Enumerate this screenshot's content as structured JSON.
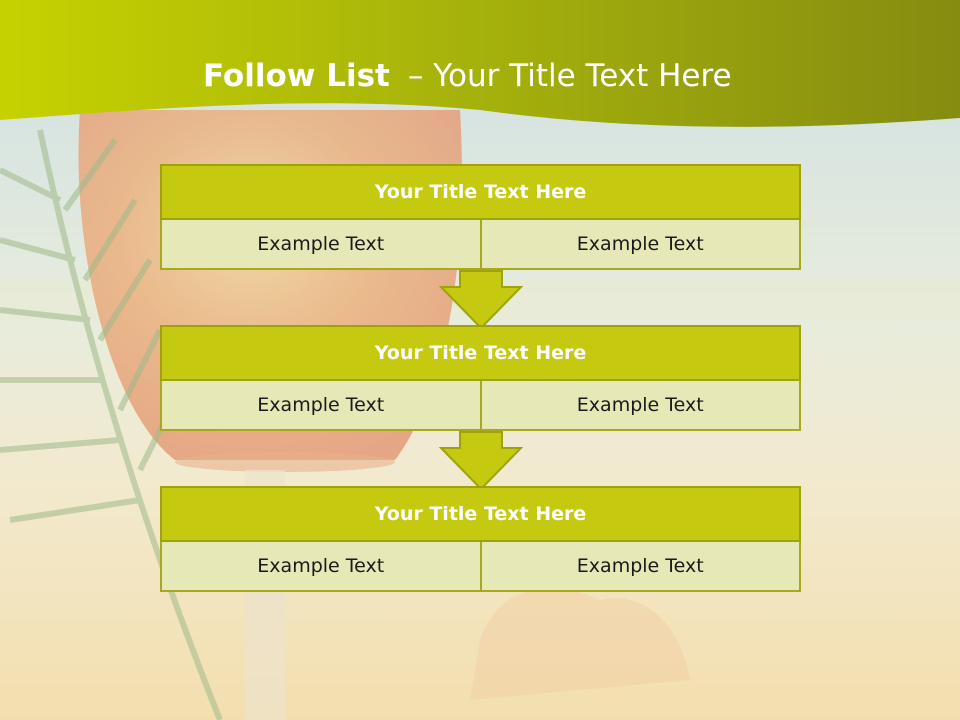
{
  "header": {
    "title_bold": "Follow List",
    "title_rest": "– Your Title Text Here"
  },
  "blocks": [
    {
      "title": "Your Title Text Here",
      "cells": [
        "Example Text",
        "Example Text"
      ]
    },
    {
      "title": "Your Title Text Here",
      "cells": [
        "Example Text",
        "Example Text"
      ]
    },
    {
      "title": "Your Title Text Here",
      "cells": [
        "Example Text",
        "Example Text"
      ]
    }
  ],
  "colors": {
    "accent": "#c5c910",
    "row_fill": "#e6e8b8",
    "header_band": "#9aa50a"
  }
}
